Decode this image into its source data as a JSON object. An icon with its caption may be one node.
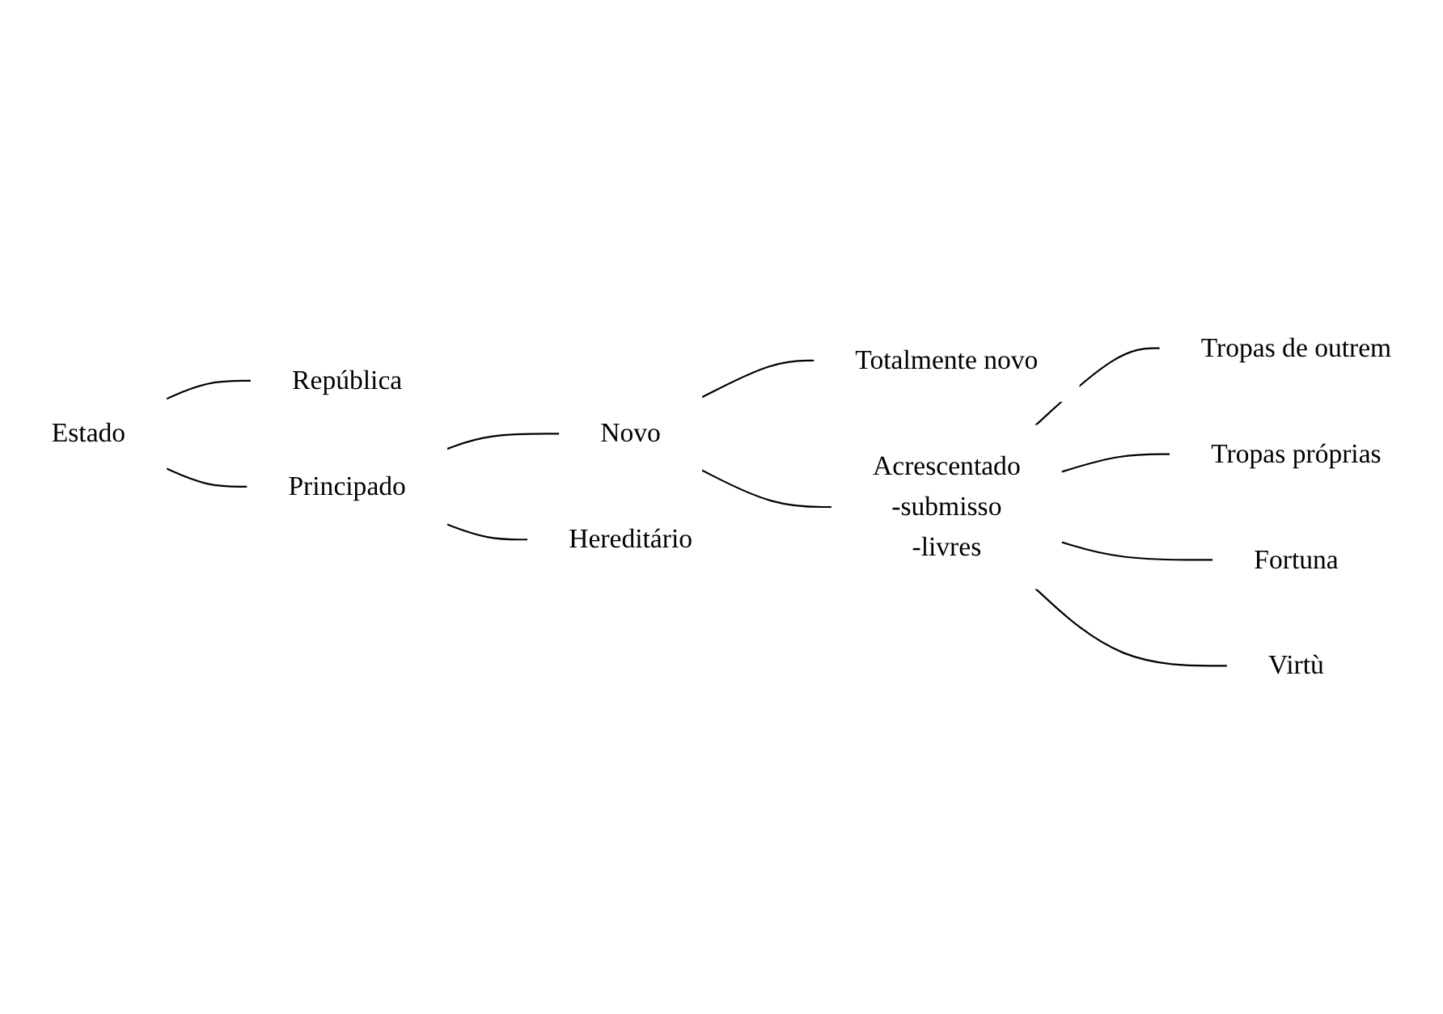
{
  "diagram": {
    "nodes": [
      {
        "text": [
          "Estado"
        ]
      },
      {
        "text": [
          "República"
        ]
      },
      {
        "text": [
          "Principado"
        ]
      },
      {
        "text": [
          "Novo"
        ]
      },
      {
        "text": [
          "Hereditário"
        ]
      },
      {
        "text": [
          "Totalmente novo"
        ]
      },
      {
        "text": [
          "Acrescentado",
          "-submisso",
          "-livres"
        ]
      },
      {
        "text": [
          "Tropas de outrem"
        ]
      },
      {
        "text": [
          "Tropas próprias"
        ]
      },
      {
        "text": [
          "Fortuna"
        ]
      },
      {
        "text": [
          "Virtù"
        ]
      }
    ],
    "edges": [
      {
        "from": 0,
        "to": 1,
        "arrow": "none"
      },
      {
        "from": 0,
        "to": 2,
        "arrow": "none"
      },
      {
        "from": 2,
        "to": 3,
        "arrow": "none"
      },
      {
        "from": 2,
        "to": 4,
        "arrow": "none"
      },
      {
        "from": 3,
        "to": 5,
        "arrow": "none"
      },
      {
        "from": 3,
        "to": 6,
        "arrow": "none"
      },
      {
        "from": 6,
        "to": 7,
        "arrow": "none"
      },
      {
        "from": 6,
        "to": 8,
        "arrow": "none"
      },
      {
        "from": 6,
        "to": 9,
        "arrow": "none"
      },
      {
        "from": 6,
        "to": 10,
        "arrow": "none"
      }
    ]
  }
}
